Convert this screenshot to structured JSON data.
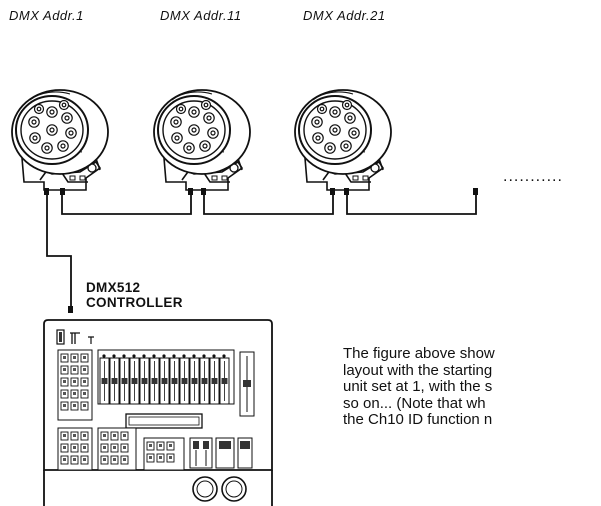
{
  "fixtures": [
    {
      "address_label": "DMX Addr.1"
    },
    {
      "address_label": "DMX Addr.11"
    },
    {
      "address_label": "DMX Addr.21"
    }
  ],
  "continuation": "...........",
  "controller": {
    "line1": "DMX512",
    "line2": "CONTROLLER"
  },
  "description": {
    "lines": [
      "The figure above show",
      "layout with the starting",
      "unit set at 1, with the s",
      "so on...  (Note that wh",
      "the Ch10 ID function n"
    ]
  }
}
